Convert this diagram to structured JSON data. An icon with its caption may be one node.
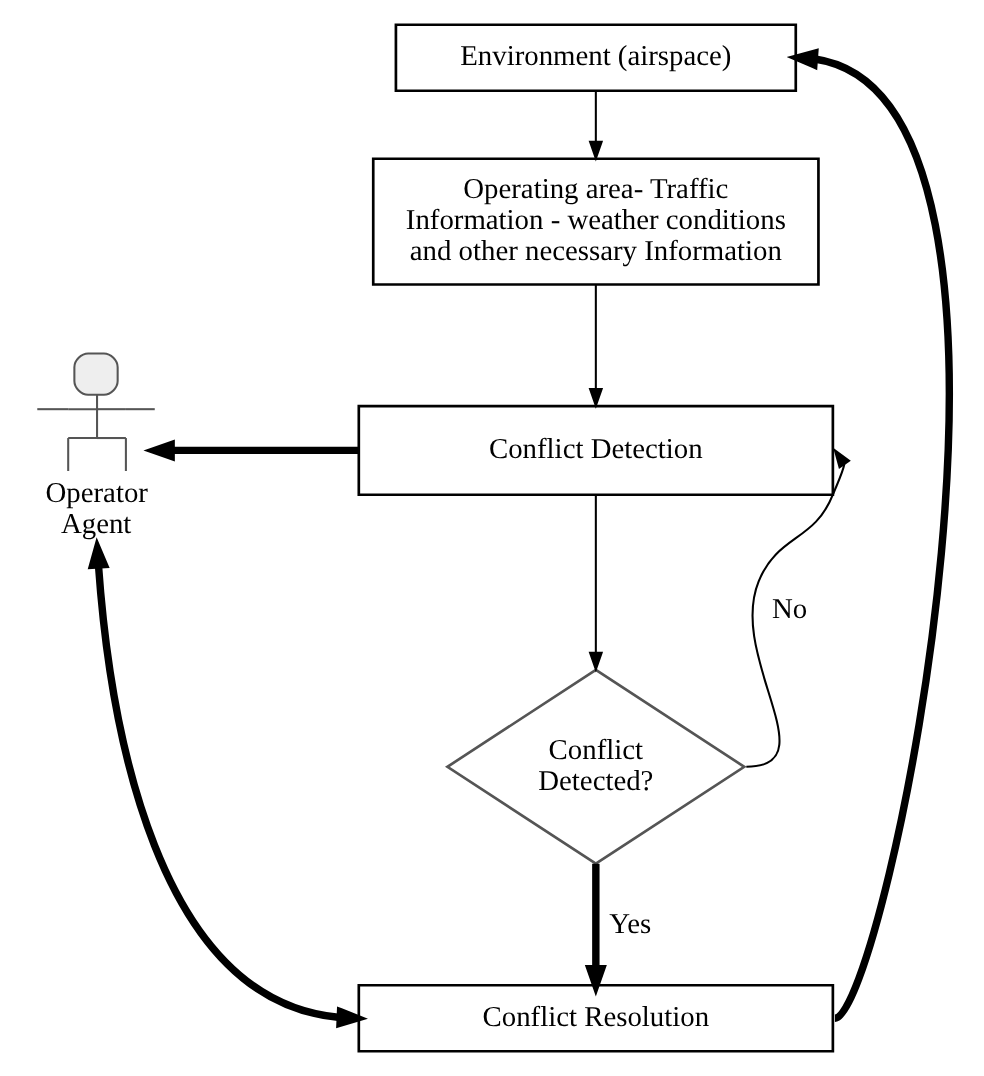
{
  "diagram": {
    "nodes": [
      {
        "text": [
          "Environment (airspace)"
        ]
      },
      {
        "text": [
          "Operating area- Traffic Information - weather conditions and other necessary Information"
        ]
      },
      {
        "text": [
          "Conflict Detection"
        ]
      },
      {
        "text": [
          "Conflict Detected?"
        ]
      },
      {
        "text": [
          "Conflict Resolution"
        ]
      },
      {
        "text": [],
        "shape": "person",
        "beside": [
          "Operator Agent"
        ]
      }
    ],
    "edges": [
      {
        "from": 0,
        "to": 1,
        "arrow": "to"
      },
      {
        "from": 1,
        "to": 2,
        "arrow": "to"
      },
      {
        "from": 2,
        "to": 5,
        "arrow": "to",
        "style": "thick"
      },
      {
        "from": 2,
        "to": 3,
        "arrow": "to"
      },
      {
        "from": 3,
        "to": 2,
        "arrow": "to",
        "label": "No"
      },
      {
        "from": 5,
        "to": 4,
        "arrow": "both",
        "style": "thick"
      },
      {
        "from": 3,
        "to": 4,
        "arrow": "to",
        "label": "Yes",
        "style": "thick"
      },
      {
        "from": 4,
        "to": 0,
        "arrow": "to",
        "style": "thick"
      }
    ]
  }
}
